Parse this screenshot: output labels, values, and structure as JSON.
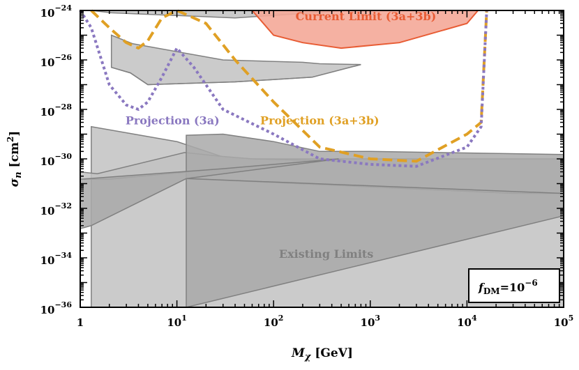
{
  "chart_data": {
    "type": "area",
    "x_scale": "log",
    "y_scale": "log",
    "xlim": [
      1,
      100000
    ],
    "ylim": [
      1e-36,
      1e-24
    ],
    "xlabel": {
      "base": "M",
      "sub": "χ",
      "unit": " [GeV]"
    },
    "ylabel": {
      "base": "σ",
      "sub": "n",
      "unit": " [cm",
      "sup": "2",
      "close": "]"
    },
    "x_ticks": [
      {
        "value": 1,
        "base": "1",
        "exp": ""
      },
      {
        "value": 10,
        "base": "10",
        "exp": "1"
      },
      {
        "value": 100,
        "base": "10",
        "exp": "2"
      },
      {
        "value": 1000,
        "base": "10",
        "exp": "3"
      },
      {
        "value": 10000,
        "base": "10",
        "exp": "4"
      },
      {
        "value": 100000,
        "base": "10",
        "exp": "5"
      }
    ],
    "y_ticks": [
      {
        "value": 1e-36,
        "base": "10",
        "exp": "−36"
      },
      {
        "value": 1e-34,
        "base": "10",
        "exp": "−34"
      },
      {
        "value": 1e-32,
        "base": "10",
        "exp": "−32"
      },
      {
        "value": 1e-30,
        "base": "10",
        "exp": "−30"
      },
      {
        "value": 1e-28,
        "base": "10",
        "exp": "−28"
      },
      {
        "value": 1e-26,
        "base": "10",
        "exp": "−26"
      },
      {
        "value": 1e-24,
        "base": "10",
        "exp": "−24"
      }
    ],
    "grid": false,
    "regions": [
      {
        "name": "existing-top",
        "color": "#c2c2c2",
        "stroke": "#808080",
        "points": [
          [
            1.3,
            1e-24
          ],
          [
            2.1,
            8e-25
          ],
          [
            40,
            5e-25
          ],
          [
            600,
            1e-24
          ]
        ]
      },
      {
        "name": "existing-upper-middle",
        "color": "#c2c2c2",
        "stroke": "#808080",
        "points": [
          [
            2.1,
            1e-25
          ],
          [
            3.5,
            4.5e-26
          ],
          [
            30,
            1e-26
          ],
          [
            200,
            8e-27
          ],
          [
            300,
            7e-27
          ],
          [
            800,
            6.5e-27
          ],
          [
            250,
            2e-27
          ],
          [
            40,
            1.3e-27
          ],
          [
            5,
            1e-27
          ],
          [
            3.3,
            3e-27
          ],
          [
            2.1,
            5e-27
          ]
        ]
      },
      {
        "name": "existing-upper-lower",
        "color": "#c2c2c2",
        "stroke": "#808080",
        "points": [
          [
            2.1,
            5e-27
          ],
          [
            3.3,
            3e-27
          ],
          [
            5,
            1e-27
          ],
          [
            40,
            1.3e-27
          ],
          [
            250,
            2e-27
          ],
          [
            800,
            6.5e-27
          ]
        ]
      },
      {
        "name": "existing-large",
        "color": "#c2c2c2",
        "stroke": "#808080",
        "points": [
          [
            1.3,
            2e-29
          ],
          [
            10,
            5e-30
          ],
          [
            30,
            1.2e-30
          ],
          [
            60,
            1e-30
          ],
          [
            100000,
            1e-30
          ],
          [
            100000,
            1e-36
          ],
          [
            1.3,
            1e-36
          ]
        ]
      },
      {
        "name": "existing-wedge",
        "color": "#c2c2c2",
        "stroke": "#808080",
        "points": [
          [
            1,
            3e-31
          ],
          [
            1.5,
            2.5e-31
          ],
          [
            12,
            1.8e-30
          ],
          [
            27,
            1.3e-30
          ],
          [
            60,
            1e-30
          ],
          [
            550,
            8e-31
          ],
          [
            470,
            1e-30
          ],
          [
            30,
            4e-31
          ],
          [
            2,
            1.5e-31
          ],
          [
            1,
            1.5e-31
          ]
        ]
      },
      {
        "name": "existing-mid-band",
        "color": "#a9a9a9",
        "stroke": "#808080",
        "points": [
          [
            12.5,
            9e-30
          ],
          [
            30,
            1e-29
          ],
          [
            100,
            5e-30
          ],
          [
            300,
            2e-30
          ],
          [
            1000,
            2e-30
          ],
          [
            100000,
            1.5e-30
          ],
          [
            100000,
            4e-32
          ],
          [
            30000,
            4e-32
          ],
          [
            12.5,
            1.6e-31
          ]
        ]
      },
      {
        "name": "existing-low-triangle",
        "color": "#a9a9a9",
        "stroke": "#808080",
        "points": [
          [
            12.5,
            1.6e-31
          ],
          [
            100000,
            4e-32
          ],
          [
            100000,
            5e-33
          ],
          [
            12.5,
            1e-36
          ]
        ]
      },
      {
        "name": "existing-left-wedge",
        "color": "#a9a9a9",
        "stroke": "#808080",
        "points": [
          [
            1,
            1.5e-31
          ],
          [
            30,
            4e-31
          ],
          [
            470,
            1e-30
          ],
          [
            12.5,
            1.6e-31
          ],
          [
            1.3,
            2e-33
          ],
          [
            1,
            1.5e-33
          ]
        ]
      }
    ],
    "current_limit": {
      "name": "Current Limit (3a+3b)",
      "color": "#f4a898",
      "stroke": "#e85c34",
      "points": [
        [
          60,
          1e-24
        ],
        [
          100,
          1e-25
        ],
        [
          200,
          5e-26
        ],
        [
          500,
          3e-26
        ],
        [
          2000,
          5e-26
        ],
        [
          10000,
          3e-25
        ],
        [
          13000,
          1e-24
        ]
      ]
    },
    "series": [
      {
        "name": "Projection (3a+3b)",
        "color": "#e0a024",
        "dash": "14,7",
        "points": [
          [
            1.3,
            1e-24
          ],
          [
            2,
            2e-25
          ],
          [
            3,
            5e-26
          ],
          [
            4,
            3e-26
          ],
          [
            5,
            6e-26
          ],
          [
            7,
            5e-25
          ],
          [
            10,
            1e-24
          ],
          [
            20,
            3e-25
          ],
          [
            40,
            1e-26
          ],
          [
            100,
            2e-28
          ],
          [
            300,
            3e-30
          ],
          [
            1000,
            1e-30
          ],
          [
            3000,
            8e-31
          ],
          [
            10000,
            1e-29
          ],
          [
            14000,
            3e-29
          ],
          [
            16000,
            1e-24
          ]
        ]
      },
      {
        "name": "Projection (3a)",
        "color": "#8a78c0",
        "dash": "4,4",
        "points": [
          [
            1,
            1e-24
          ],
          [
            1.3,
            2e-25
          ],
          [
            2,
            1e-27
          ],
          [
            3,
            1.5e-28
          ],
          [
            4,
            1e-28
          ],
          [
            5,
            2e-28
          ],
          [
            7,
            2e-27
          ],
          [
            10,
            3e-26
          ],
          [
            15,
            5e-27
          ],
          [
            30,
            1e-28
          ],
          [
            100,
            1e-29
          ],
          [
            300,
            1e-30
          ],
          [
            1000,
            6e-31
          ],
          [
            3000,
            5e-31
          ],
          [
            10000,
            3e-30
          ],
          [
            14000,
            2e-29
          ],
          [
            16000,
            1e-24
          ]
        ]
      }
    ],
    "annotations": [
      {
        "text": "Current Limit (3a+3b)",
        "x": 900,
        "y": 4e-25,
        "color": "#e85c34"
      },
      {
        "text": "Projection (3a)",
        "x": 9,
        "y": 2.5e-29,
        "color": "#8a78c0"
      },
      {
        "text": "Projection (3a+3b)",
        "x": 300,
        "y": 2.5e-29,
        "color": "#e0a024"
      },
      {
        "text": "Existing Limits",
        "x": 350,
        "y": 1e-34,
        "color": "#808080"
      }
    ],
    "legend_box": {
      "label_base": "f",
      "label_sub": "DM",
      "equals": "=",
      "value_base": "10",
      "value_exp": "−6",
      "position": "bottom-right"
    }
  }
}
